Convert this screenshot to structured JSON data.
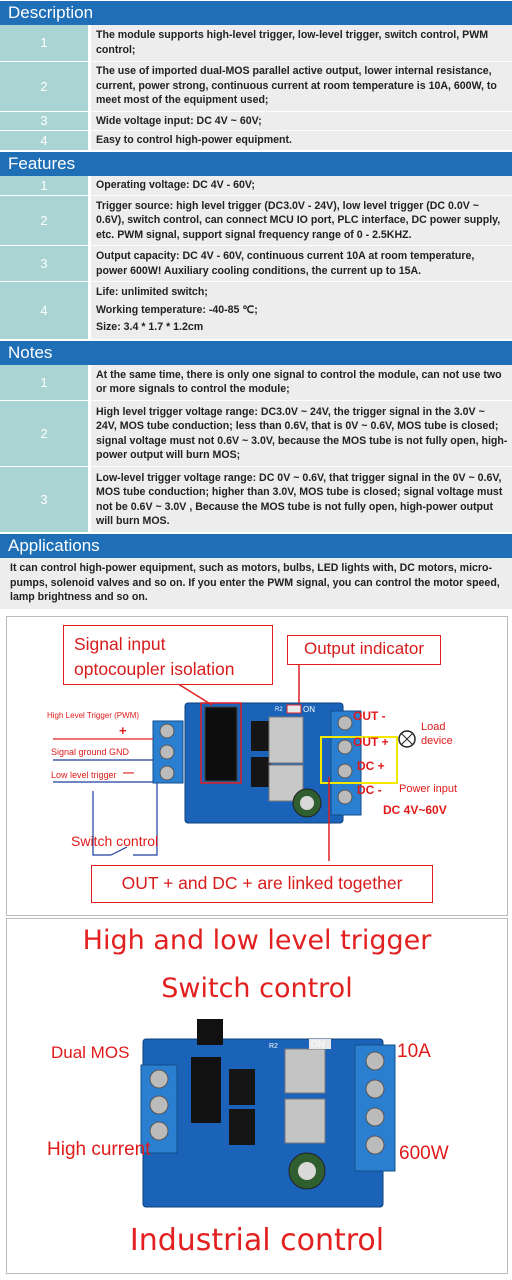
{
  "description": {
    "title": "Description",
    "rows": [
      {
        "num": "1",
        "text": "The module supports high-level trigger, low-level trigger, switch control, PWM control;"
      },
      {
        "num": "2",
        "text": "The use of imported dual-MOS parallel active output, lower internal resistance, current, power strong, continuous current at room temperature is 10A, 600W, to meet most of the equipment used;"
      },
      {
        "num": "3",
        "text": "Wide voltage input: DC 4V ~ 60V;"
      },
      {
        "num": "4",
        "text": "Easy to control high-power equipment."
      }
    ]
  },
  "features": {
    "title": "Features",
    "rows": [
      {
        "num": "1",
        "text": "Operating voltage: DC 4V - 60V;"
      },
      {
        "num": "2",
        "text": "Trigger source: high level trigger (DC3.0V - 24V), low level trigger (DC 0.0V ~ 0.6V), switch control, can connect MCU IO port, PLC interface, DC power supply, etc. PWM signal, support signal frequency range of 0 - 2.5KHZ."
      },
      {
        "num": "3",
        "text": "Output capacity: DC 4V - 60V, continuous current 10A at room temperature, power 600W! Auxiliary cooling conditions, the current up to 15A."
      },
      {
        "num": "4",
        "lines": [
          "Life: unlimited switch;",
          "Working temperature: -40-85 ℃;",
          "Size: 3.4 * 1.7 * 1.2cm"
        ]
      }
    ]
  },
  "notes": {
    "title": "Notes",
    "rows": [
      {
        "num": "1",
        "text": "At the same time, there is only one signal to control the module, can not use two or more signals to control the module;"
      },
      {
        "num": "2",
        "text": "High level trigger voltage range: DC3.0V ~ 24V, the trigger signal in the 3.0V ~ 24V, MOS tube conduction; less than 0.6V, that is 0V ~ 0.6V, MOS tube is closed; signal voltage must not 0.6V ~ 3.0V, because the MOS tube is not fully open, high-power output will burn MOS;"
      },
      {
        "num": "3",
        "text": "Low-level trigger voltage range: DC 0V ~ 0.6V, that trigger signal in the 0V ~ 0.6V, MOS tube conduction; higher than 3.0V, MOS tube is closed; signal voltage must not be 0.6V ~ 3.0V , Because the MOS tube is not fully open, high-power output will burn MOS."
      }
    ]
  },
  "applications": {
    "title": "Applications",
    "text": "It can control high-power equipment, such as motors, bulbs, LED lights with, DC motors, micro-pumps, solenoid valves and so on. If you enter the PWM signal, you can control the motor speed, lamp brightness and so on."
  },
  "wiring": {
    "signal_callout": [
      "Signal input",
      "optocoupler isolation"
    ],
    "output_indicator": "Output indicator",
    "high_trigger": "High Level Trigger (PWM)",
    "plus": "+",
    "minus": "—",
    "signal_ground": "Signal ground  GND",
    "low_trigger": "Low level trigger",
    "switch_control": "Switch control",
    "out_minus": "OUT -",
    "out_plus": "OUT +",
    "dc_plus": "DC +",
    "dc_minus": "DC  -",
    "load_device": [
      "Load",
      "device"
    ],
    "power_input": "Power input",
    "dc_range": "DC 4V~60V",
    "linked": "OUT + and DC + are linked together",
    "board_on": "ON",
    "board_r2": "R2"
  },
  "promo": {
    "line1": "High and low level trigger",
    "line2": "Switch control",
    "dual_mos": "Dual MOS",
    "amps": "10A",
    "high_current": "High current",
    "watts": "600W",
    "industrial": "Industrial control",
    "board_on": "ON",
    "board_r2": "R2"
  },
  "colors": {
    "header": "#1f6fb7",
    "num_cell": "#aad3d3",
    "text_cell": "#ededed",
    "board": "#1b63b8",
    "terminal": "#2a7fd0",
    "callout": "#e02020"
  }
}
